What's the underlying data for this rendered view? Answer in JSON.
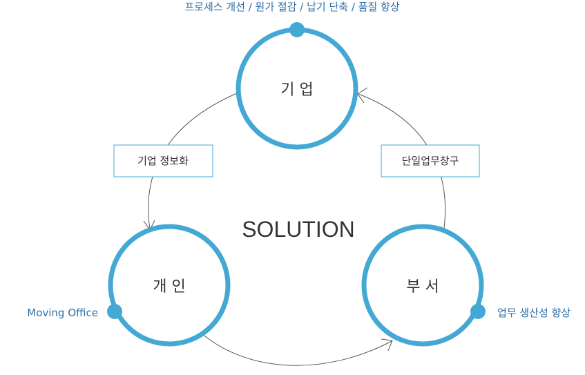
{
  "diagram": {
    "center_title": "SOLUTION",
    "colors": {
      "ring": "#43a8d4",
      "dot": "#43a8d4",
      "edge": "#555555",
      "label_border": "#43a8d4",
      "outcome_text": "#2f6ea8",
      "text": "#333333"
    },
    "nodes": {
      "enterprise": {
        "label": "기 업",
        "outcome": "프로세스 개선 / 원가 절감 / 납기 단축 / 품질 향상"
      },
      "individual": {
        "label": "개 인",
        "outcome": "Moving Office"
      },
      "department": {
        "label": "부 서",
        "outcome": "업무 생산성 향상"
      }
    },
    "edges": {
      "enterprise_to_individual": "기업 정보화",
      "department_to_enterprise": "단일업무창구"
    }
  }
}
